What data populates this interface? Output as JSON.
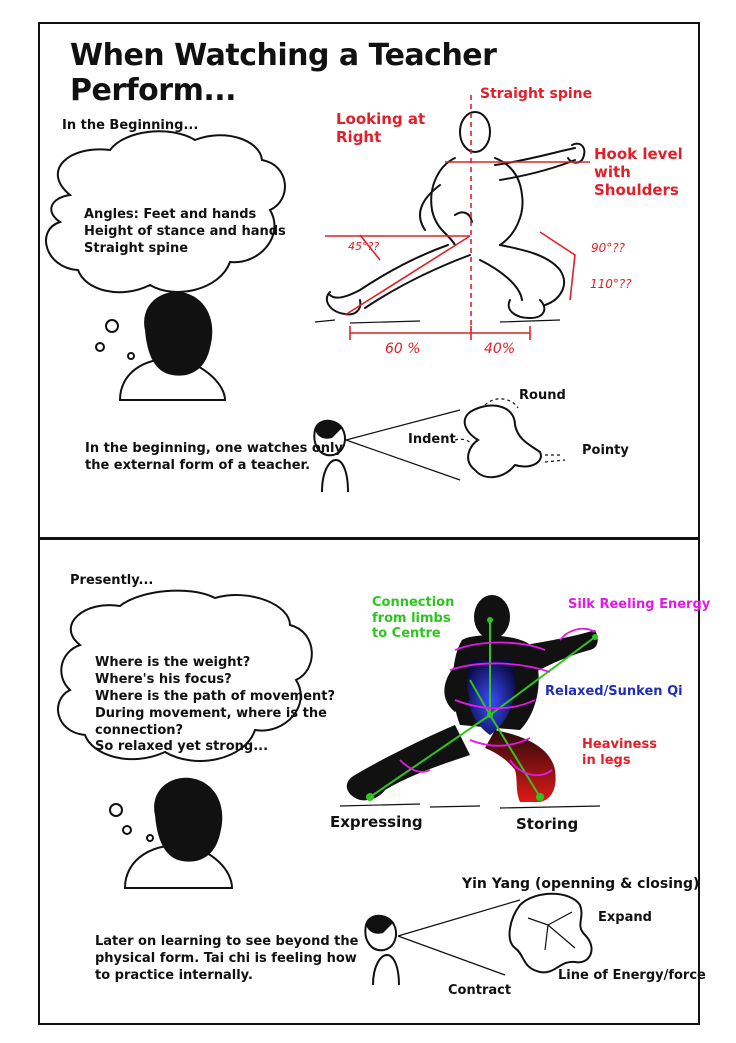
{
  "title": "When Watching a Teacher Perform...",
  "top_panel": {
    "heading": "In the Beginning...",
    "thought_lines": [
      "Angles: Feet and hands",
      "Height of stance and hands",
      "Straight spine"
    ],
    "labels": {
      "straight_spine": "Straight spine",
      "looking_at": "Looking at",
      "right": "Right",
      "hook_level": "Hook level",
      "with": "with",
      "shoulders": "Shoulders",
      "angle_45": "45°??",
      "angle_90": "90°??",
      "angle_110": "110°??",
      "pct_60": "60 %",
      "pct_40": "40%"
    },
    "shape_labels": {
      "round": "Round",
      "indent": "Indent",
      "pointy": "Pointy"
    },
    "caption_lines": [
      "In the beginning, one watches only",
      "the external form of a teacher."
    ]
  },
  "bottom_panel": {
    "heading": "Presently...",
    "thought_lines": [
      "Where is the weight?",
      "Where's his focus?",
      "Where is the path of movement?",
      "During movement, where is the",
      "connection?",
      "So relaxed yet strong..."
    ],
    "labels": {
      "connection_1": "Connection",
      "connection_2": "from limbs",
      "connection_3": "to Centre",
      "silk": "Silk Reeling Energy",
      "relaxed": "Relaxed/Sunken Qi",
      "heaviness_1": "Heaviness",
      "heaviness_2": "in legs",
      "expressing": "Expressing",
      "storing": "Storing"
    },
    "shape_labels": {
      "yin_yang": "Yin Yang (openning & closing)",
      "expand": "Expand",
      "contract": "Contract",
      "line_energy": "Line of Energy/force"
    },
    "caption_lines": [
      "Later on learning to see beyond the",
      "physical form. Tai chi is feeling how",
      "to practice internally."
    ]
  },
  "colors": {
    "red": "#e0202a",
    "green": "#2fc41f",
    "magenta": "#e21ae6",
    "blue": "#1f2fb8",
    "ink": "#111111"
  }
}
